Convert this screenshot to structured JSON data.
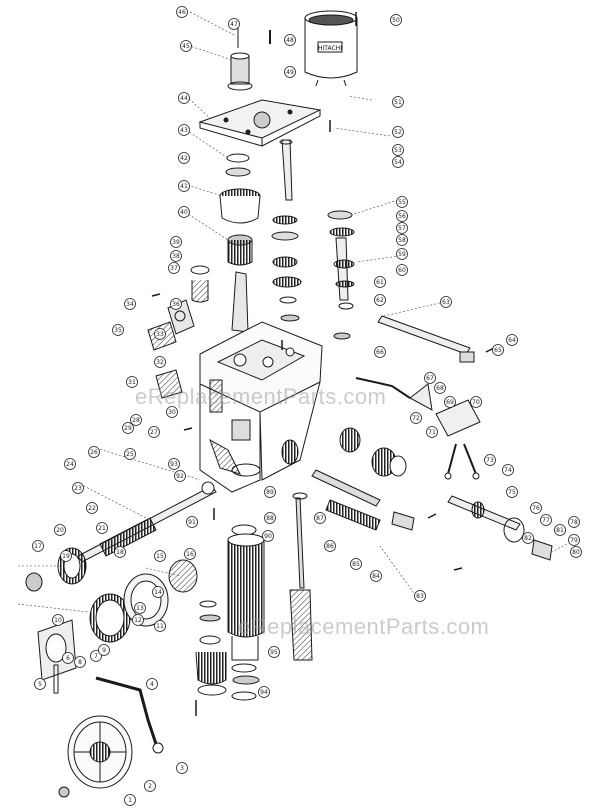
{
  "diagram": {
    "watermark_text": "eReplacementParts.com",
    "canister_label": "HITACHI",
    "callouts": [
      {
        "n": "1"
      },
      {
        "n": "2"
      },
      {
        "n": "3"
      },
      {
        "n": "4"
      },
      {
        "n": "5"
      },
      {
        "n": "6"
      },
      {
        "n": "7"
      },
      {
        "n": "8"
      },
      {
        "n": "9"
      },
      {
        "n": "10"
      },
      {
        "n": "11"
      },
      {
        "n": "12"
      },
      {
        "n": "13"
      },
      {
        "n": "14"
      },
      {
        "n": "15"
      },
      {
        "n": "16"
      },
      {
        "n": "17"
      },
      {
        "n": "18"
      },
      {
        "n": "19"
      },
      {
        "n": "20"
      },
      {
        "n": "21"
      },
      {
        "n": "22"
      },
      {
        "n": "23"
      },
      {
        "n": "24"
      },
      {
        "n": "25"
      },
      {
        "n": "26"
      },
      {
        "n": "27"
      },
      {
        "n": "28"
      },
      {
        "n": "29"
      },
      {
        "n": "30"
      },
      {
        "n": "31"
      },
      {
        "n": "32"
      },
      {
        "n": "33"
      },
      {
        "n": "34"
      },
      {
        "n": "35"
      },
      {
        "n": "36"
      },
      {
        "n": "37"
      },
      {
        "n": "38"
      },
      {
        "n": "39"
      },
      {
        "n": "40"
      },
      {
        "n": "41"
      },
      {
        "n": "42"
      },
      {
        "n": "43"
      },
      {
        "n": "44"
      },
      {
        "n": "45"
      },
      {
        "n": "46"
      },
      {
        "n": "47"
      },
      {
        "n": "48"
      },
      {
        "n": "49"
      },
      {
        "n": "50"
      },
      {
        "n": "51"
      },
      {
        "n": "52"
      },
      {
        "n": "53"
      },
      {
        "n": "54"
      },
      {
        "n": "55"
      },
      {
        "n": "56"
      },
      {
        "n": "57"
      },
      {
        "n": "58"
      },
      {
        "n": "59"
      },
      {
        "n": "60"
      },
      {
        "n": "61"
      },
      {
        "n": "62"
      },
      {
        "n": "63"
      },
      {
        "n": "64"
      },
      {
        "n": "65"
      },
      {
        "n": "66"
      },
      {
        "n": "67"
      },
      {
        "n": "68"
      },
      {
        "n": "69"
      },
      {
        "n": "70"
      },
      {
        "n": "71"
      },
      {
        "n": "72"
      },
      {
        "n": "73"
      },
      {
        "n": "74"
      },
      {
        "n": "75"
      },
      {
        "n": "76"
      },
      {
        "n": "77"
      },
      {
        "n": "78"
      },
      {
        "n": "79"
      },
      {
        "n": "80"
      },
      {
        "n": "81"
      },
      {
        "n": "82"
      },
      {
        "n": "83"
      },
      {
        "n": "84"
      },
      {
        "n": "85"
      },
      {
        "n": "86"
      },
      {
        "n": "87"
      },
      {
        "n": "88"
      },
      {
        "n": "89"
      },
      {
        "n": "90"
      },
      {
        "n": "91"
      },
      {
        "n": "92"
      },
      {
        "n": "93"
      },
      {
        "n": "94"
      },
      {
        "n": "95"
      }
    ]
  }
}
